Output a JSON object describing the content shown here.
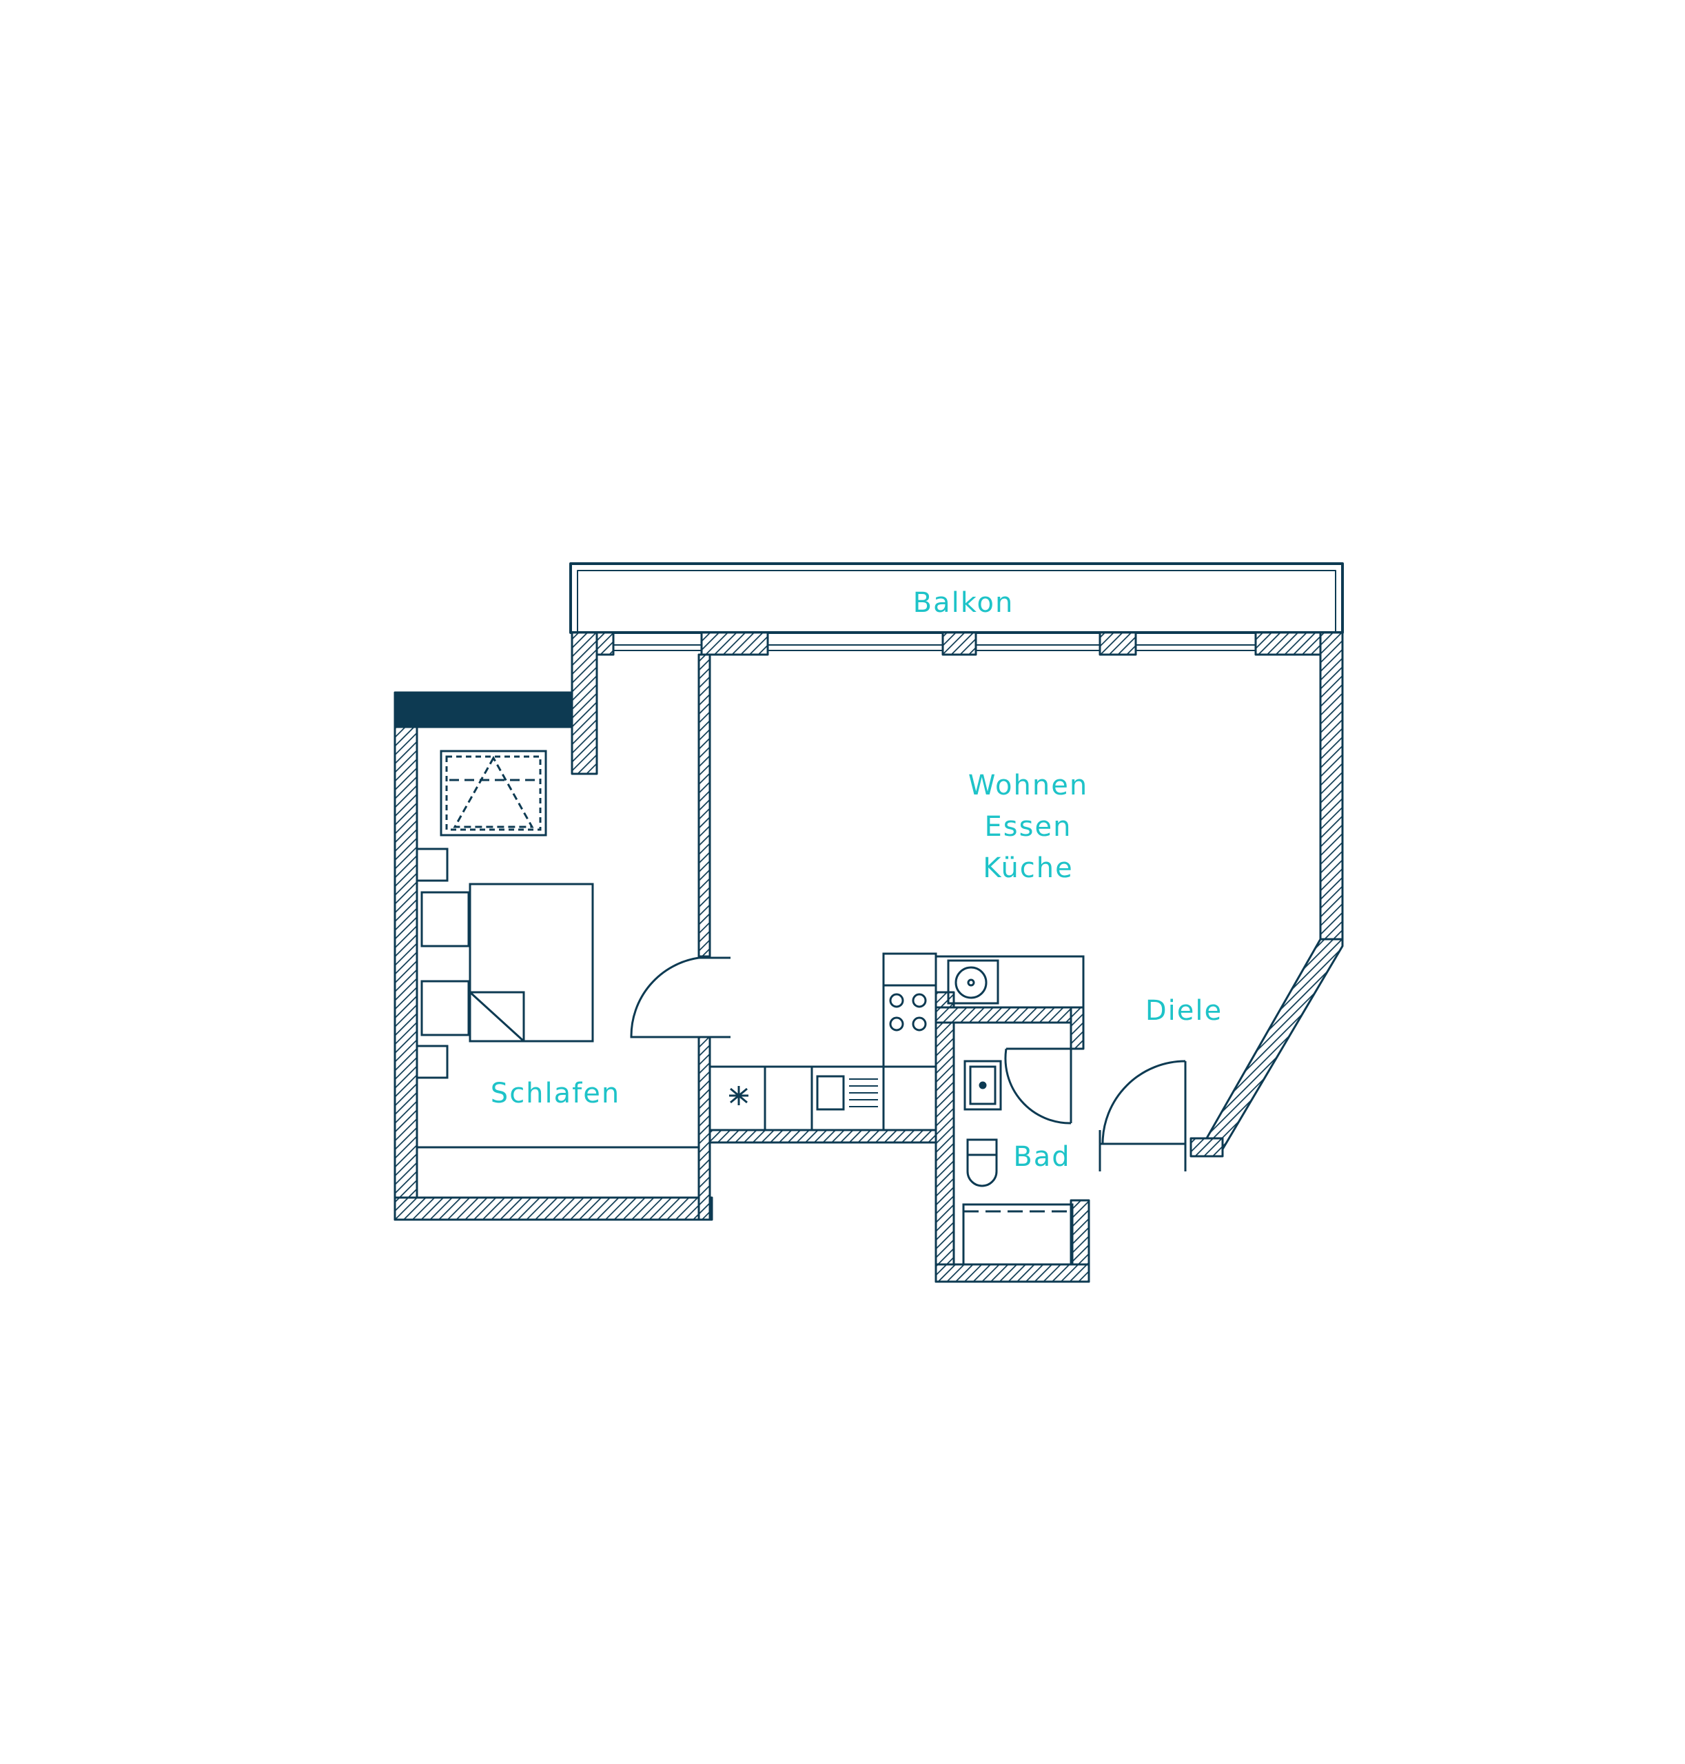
{
  "colors": {
    "wall": "#0d3a52",
    "label": "#1ec3c8",
    "background": "#ffffff"
  },
  "rooms": {
    "balkon": "Balkon",
    "wohnen_line1": "Wohnen",
    "wohnen_line2": "Essen",
    "wohnen_line3": "Küche",
    "schlafen": "Schlafen",
    "diele": "Diele",
    "bad": "Bad"
  }
}
